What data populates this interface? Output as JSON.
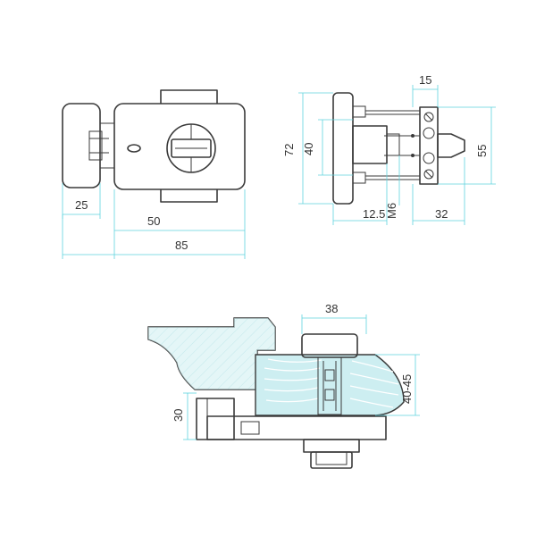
{
  "dimensions": {
    "front_knob_width": "25",
    "front_body_offset": "50",
    "front_overall_width": "85",
    "side_top": "15",
    "side_height_outer": "72",
    "side_height_inner": "40",
    "side_right": "55",
    "side_bottom_left": "12.5",
    "side_thread": "M6",
    "side_bottom_right": "32",
    "install_width": "38",
    "install_door_thickness": "40-45",
    "install_left_height": "30"
  },
  "colors": {
    "dimension_line": "#5fd3de",
    "wood_fill": "#cdeef1",
    "outline": "#3a3a3a"
  }
}
